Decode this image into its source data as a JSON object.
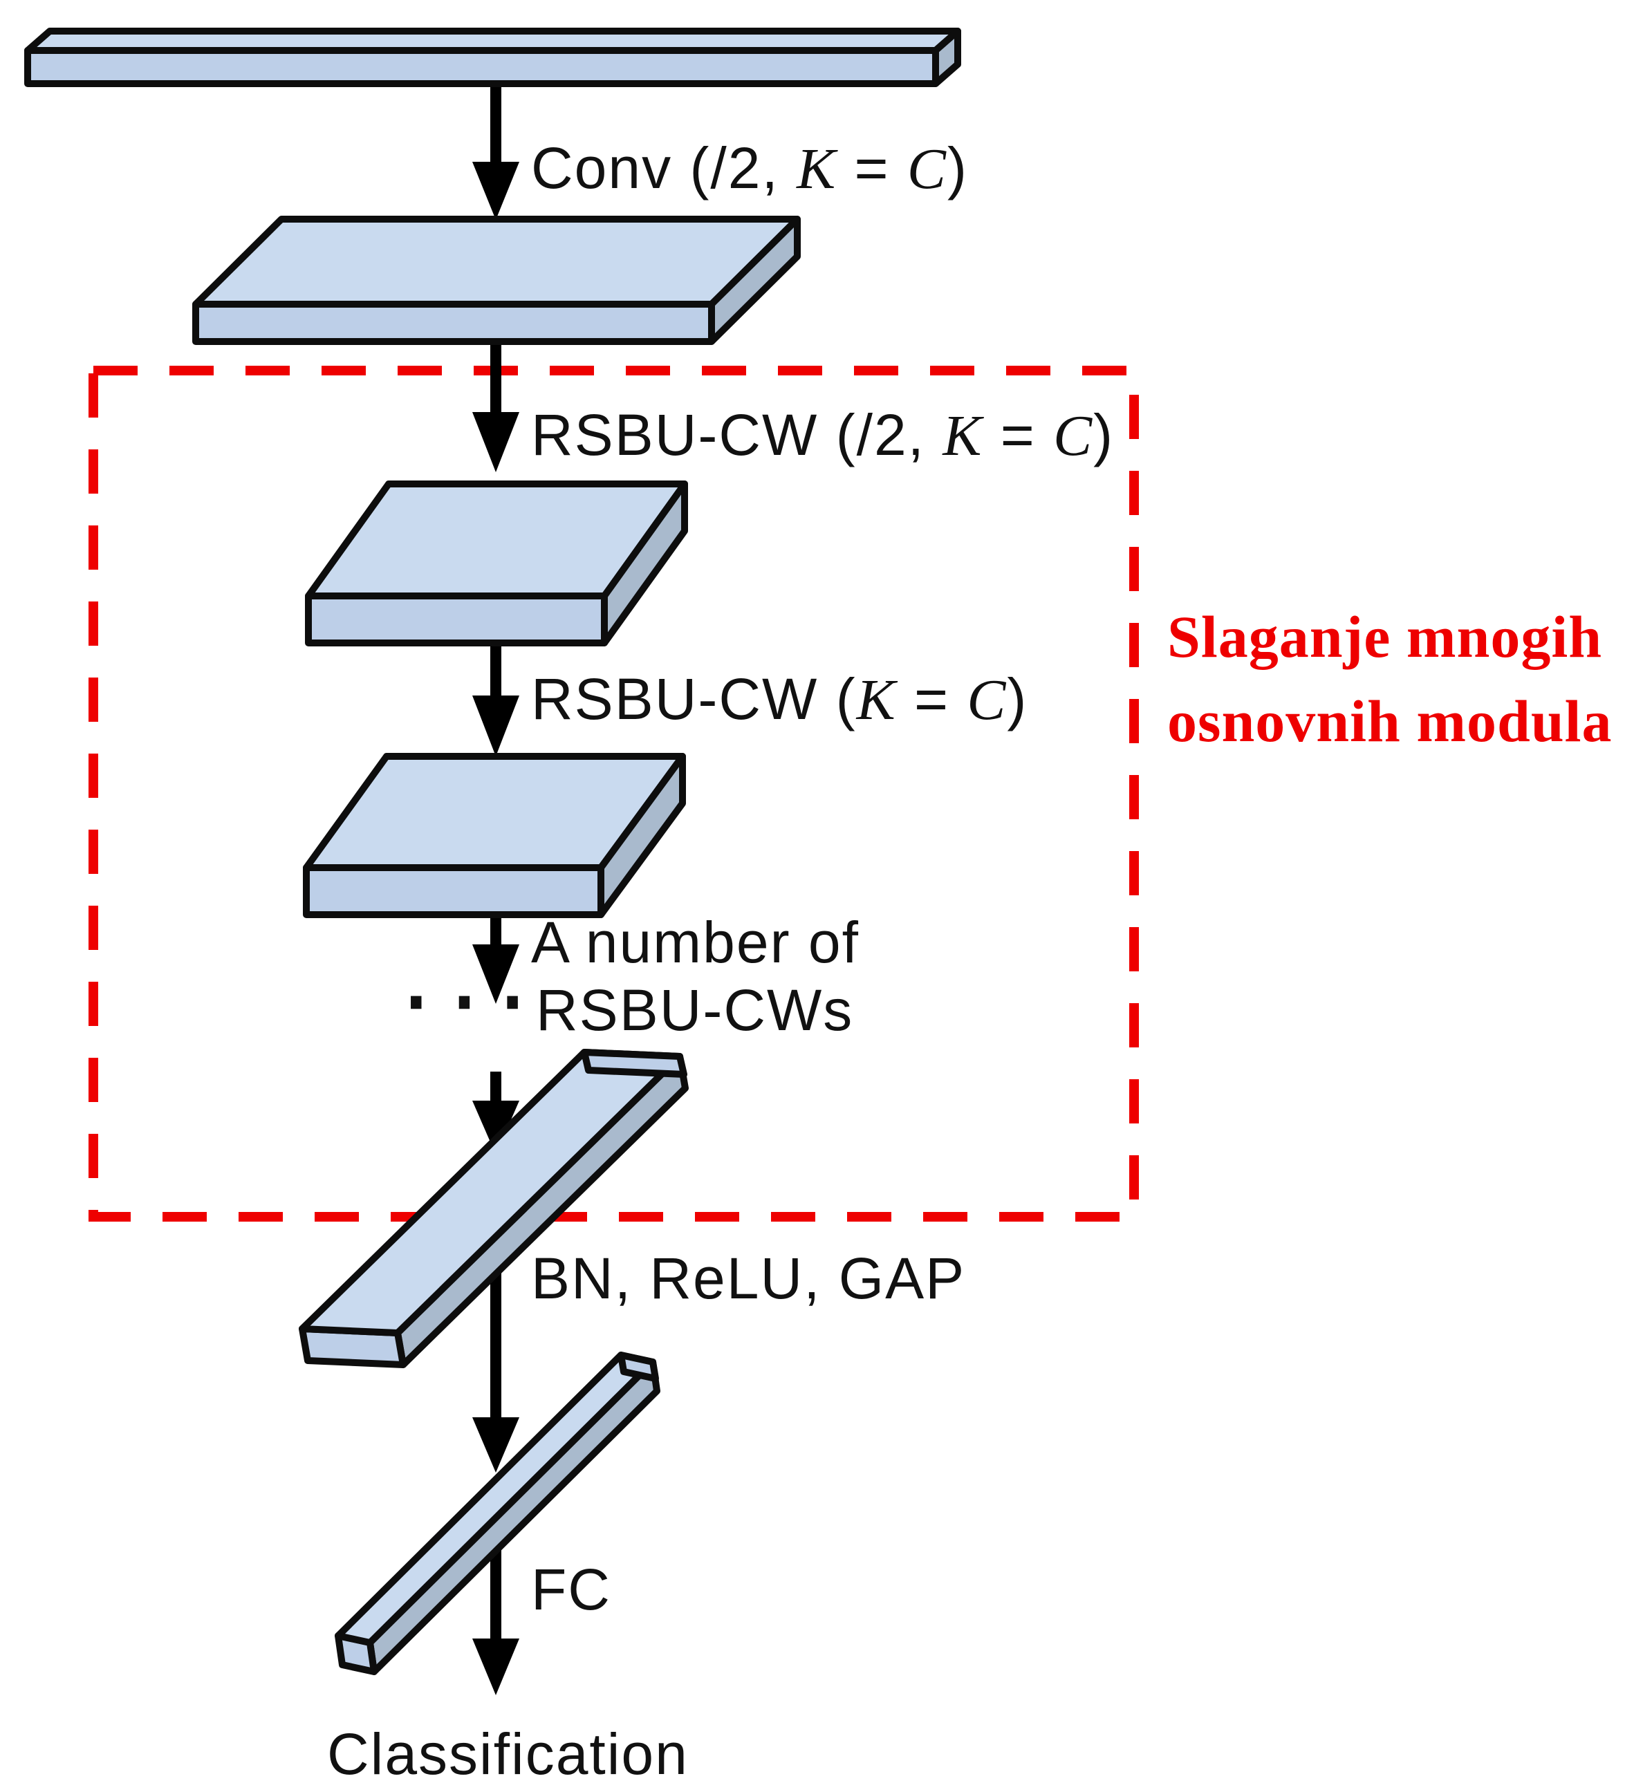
{
  "labels": {
    "conv": {
      "p0": "Conv (/2, "
    },
    "rsbu_half": {
      "p0": "RSBU-CW (/2, "
    },
    "rsbu_same": {
      "p0": "RSBU-CW ("
    },
    "math_k": "K",
    "math_eq": " = ",
    "math_c": "C",
    "paren_close": ")",
    "stack_line1": "A number of",
    "ellipsis": "···",
    "stack_line2": "RSBU-CWs",
    "bn_relu_gap": "BN, ReLU, GAP",
    "fc": "FC",
    "classification": "Classification"
  },
  "annotation": {
    "line1": "Slaganje mnogih",
    "line2": "osnovnih modula"
  },
  "colors": {
    "face_top": "#c9daef",
    "face_front": "#bdcfe8",
    "face_side": "#a9bacd",
    "accent_red": "#ee0000",
    "arrow_black": "#000000"
  }
}
